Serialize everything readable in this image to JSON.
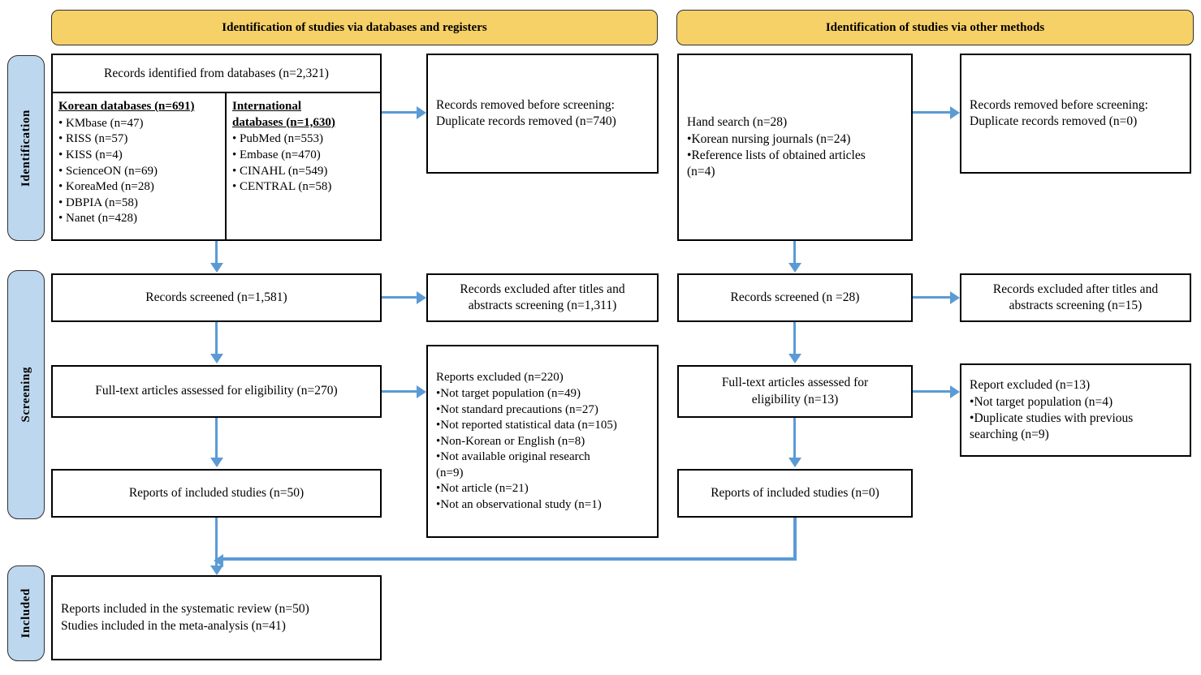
{
  "diagram": {
    "type": "PRISMA flow diagram",
    "colors": {
      "header_yellow": "#F6D168",
      "phase_tab_blue": "#BDD7EE",
      "arrow_blue": "#5B9BD5",
      "box_border": "#000000",
      "page_background": "#FFFFFF"
    }
  },
  "phases": {
    "identification": "Identification",
    "screening": "Screening",
    "included": "Included"
  },
  "headers": {
    "databases": "Identification of studies via databases and registers",
    "other_methods": "Identification of studies via other methods"
  },
  "databases_branch": {
    "records_identified": {
      "title": "Records identified from databases (n=2,321)",
      "korean": {
        "heading": "Korean databases (n=691)",
        "items": [
          "KMbase (n=47)",
          "RISS (n=57)",
          "KISS (n=4)",
          "ScienceON (n=69)",
          "KoreaMed (n=28)",
          "DBPIA (n=58)",
          "Nanet (n=428)"
        ]
      },
      "international": {
        "heading_line1": "International",
        "heading_line2": "databases (n=1,630)",
        "items": [
          "PubMed (n=553)",
          "Embase (n=470)",
          "CINAHL (n=549)",
          "CENTRAL (n=58)"
        ]
      }
    },
    "records_removed": {
      "line1": "Records removed before screening:",
      "line2": "Duplicate records removed (n=740)"
    },
    "records_screened": "Records screened (n=1,581)",
    "records_excluded": {
      "line1": "Records excluded after titles and",
      "line2": "abstracts screening (n=1,311)"
    },
    "fulltext_assessed": "Full-text articles assessed for eligibility (n=270)",
    "reports_excluded": {
      "lead": "Reports excluded (n=220)",
      "items": [
        "Not target population (n=49)",
        "Not standard precautions (n=27)",
        "Not reported statistical data (n=105)",
        "Non-Korean or English (n=8)",
        "Not available original research",
        "Not article (n=21)",
        "Not an observational study (n=1)"
      ],
      "wrapped_continuation": "(n=9)"
    },
    "reports_included": "Reports of included studies (n=50)"
  },
  "other_methods_branch": {
    "hand_search": {
      "lead": "Hand search (n=28)",
      "items": [
        "Korean nursing journals (n=24)",
        "Reference lists of obtained articles"
      ],
      "wrapped_continuation": "(n=4)"
    },
    "records_removed": {
      "line1": "Records removed before screening:",
      "line2": "Duplicate records removed (n=0)"
    },
    "records_screened": "Records screened (n =28)",
    "records_excluded": {
      "line1": "Records excluded after titles and",
      "line2": "abstracts screening (n=15)"
    },
    "fulltext_assessed": {
      "line1": "Full-text articles assessed for",
      "line2": "eligibility (n=13)"
    },
    "report_excluded": {
      "lead": "Report excluded (n=13)",
      "items": [
        "Not target population (n=4)",
        "Duplicate studies with previous"
      ],
      "wrapped_continuation": "searching (n=9)"
    },
    "reports_included": "Reports of included studies (n=0)"
  },
  "included_box": {
    "line1": "Reports included in the systematic review (n=50)",
    "line2": "Studies included in the meta-analysis (n=41)"
  }
}
